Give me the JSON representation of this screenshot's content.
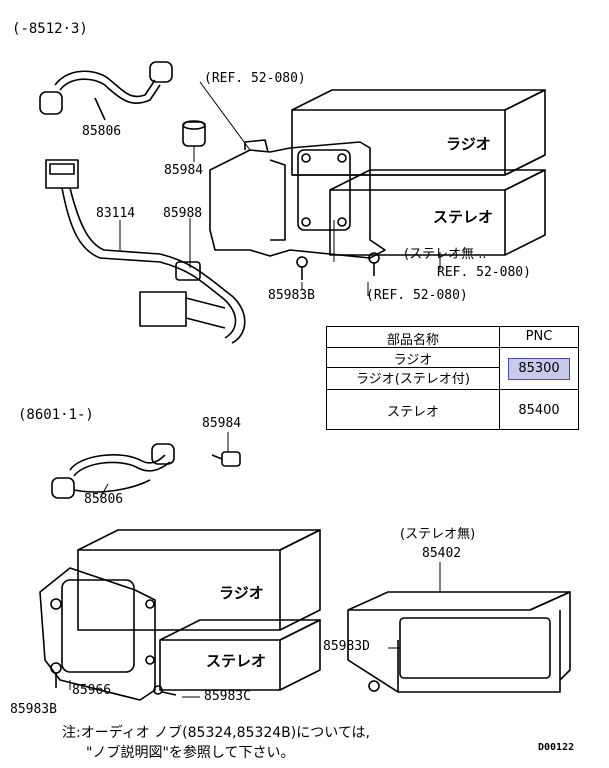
{
  "serial_top": "(-8512·3)",
  "serial_mid": "(8601·1-)",
  "refs": {
    "ref_top": "(REF. 52-080)",
    "ref_side": "(REF. 52-080)",
    "stereo_none_ref_1": "(ステレオ無 ..",
    "stereo_none_ref_2": "REF. 52-080)",
    "stereo_none_label": "(ステレオ無)"
  },
  "parts": {
    "p85806_top": "85806",
    "p85984_top": "85984",
    "p83114": "83114",
    "p85988": "85988",
    "p85983B_top": "85983B",
    "p85984_mid": "85984",
    "p85806_mid": "85806",
    "p85402": "85402",
    "p85983D": "85983D",
    "p85966": "85966",
    "p85983B_bot": "85983B",
    "p85983C": "85983C"
  },
  "units": {
    "radio_top": "ラジオ",
    "stereo_top": "ステレオ",
    "radio_bot": "ラジオ",
    "stereo_bot": "ステレオ"
  },
  "table": {
    "head_name": "部品名称",
    "head_pnc": "PNC",
    "row1_name_a": "ラジオ",
    "row1_name_b": "ラジオ(ステレオ付)",
    "row1_pnc": "85300",
    "row2_name": "ステレオ",
    "row2_pnc": "85400"
  },
  "note": {
    "line1": "注:オーディオ ノブ(85324,85324B)については,",
    "line2": "\"ノブ説明図\"を参照して下さい。"
  },
  "diagram_id": "D00122"
}
